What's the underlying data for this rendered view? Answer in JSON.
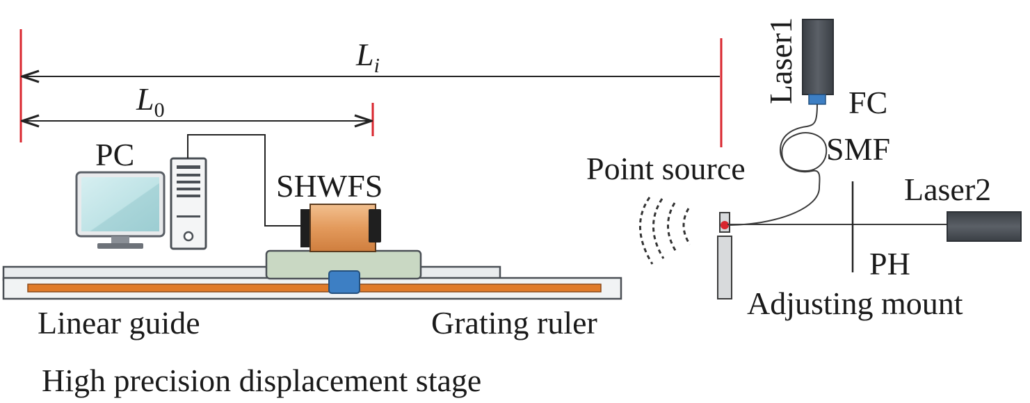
{
  "labels": {
    "li_main": "L",
    "li_sub": "i",
    "l0_main": "L",
    "l0_sub": "0",
    "pc": "PC",
    "shwfs": "SHWFS",
    "linear_guide": "Linear guide",
    "grating_ruler": "Grating ruler",
    "stage": "High precision displacement stage",
    "laser1": "Laser1",
    "fc": "FC",
    "smf": "SMF",
    "point_source": "Point source",
    "laser2": "Laser2",
    "ph": "PH",
    "adjusting_mount": "Adjusting mount"
  },
  "colors": {
    "marker_red": "#d9262e",
    "guide_orange": "#e07b2a",
    "carriage_green": "#c9d8c3",
    "block_blue": "#3d7fc4",
    "shwfs_body": "#e8a66b",
    "laser_gray": "#4a4f55",
    "monitor_screen": "#bfe3e6"
  },
  "icons": {
    "pc": "desktop-computer-icon",
    "shwfs": "wavefront-sensor-icon",
    "laser1": "laser-icon",
    "laser2": "laser-icon"
  }
}
